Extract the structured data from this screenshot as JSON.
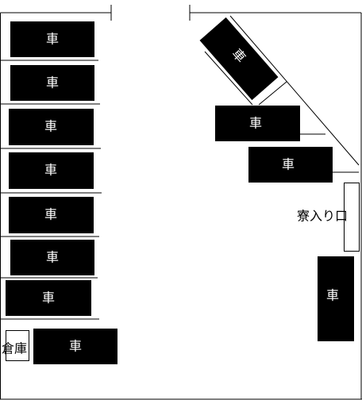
{
  "diagram": {
    "car_label": "車",
    "entrance_label": "寮入り口",
    "storage_label": "倉庫"
  }
}
